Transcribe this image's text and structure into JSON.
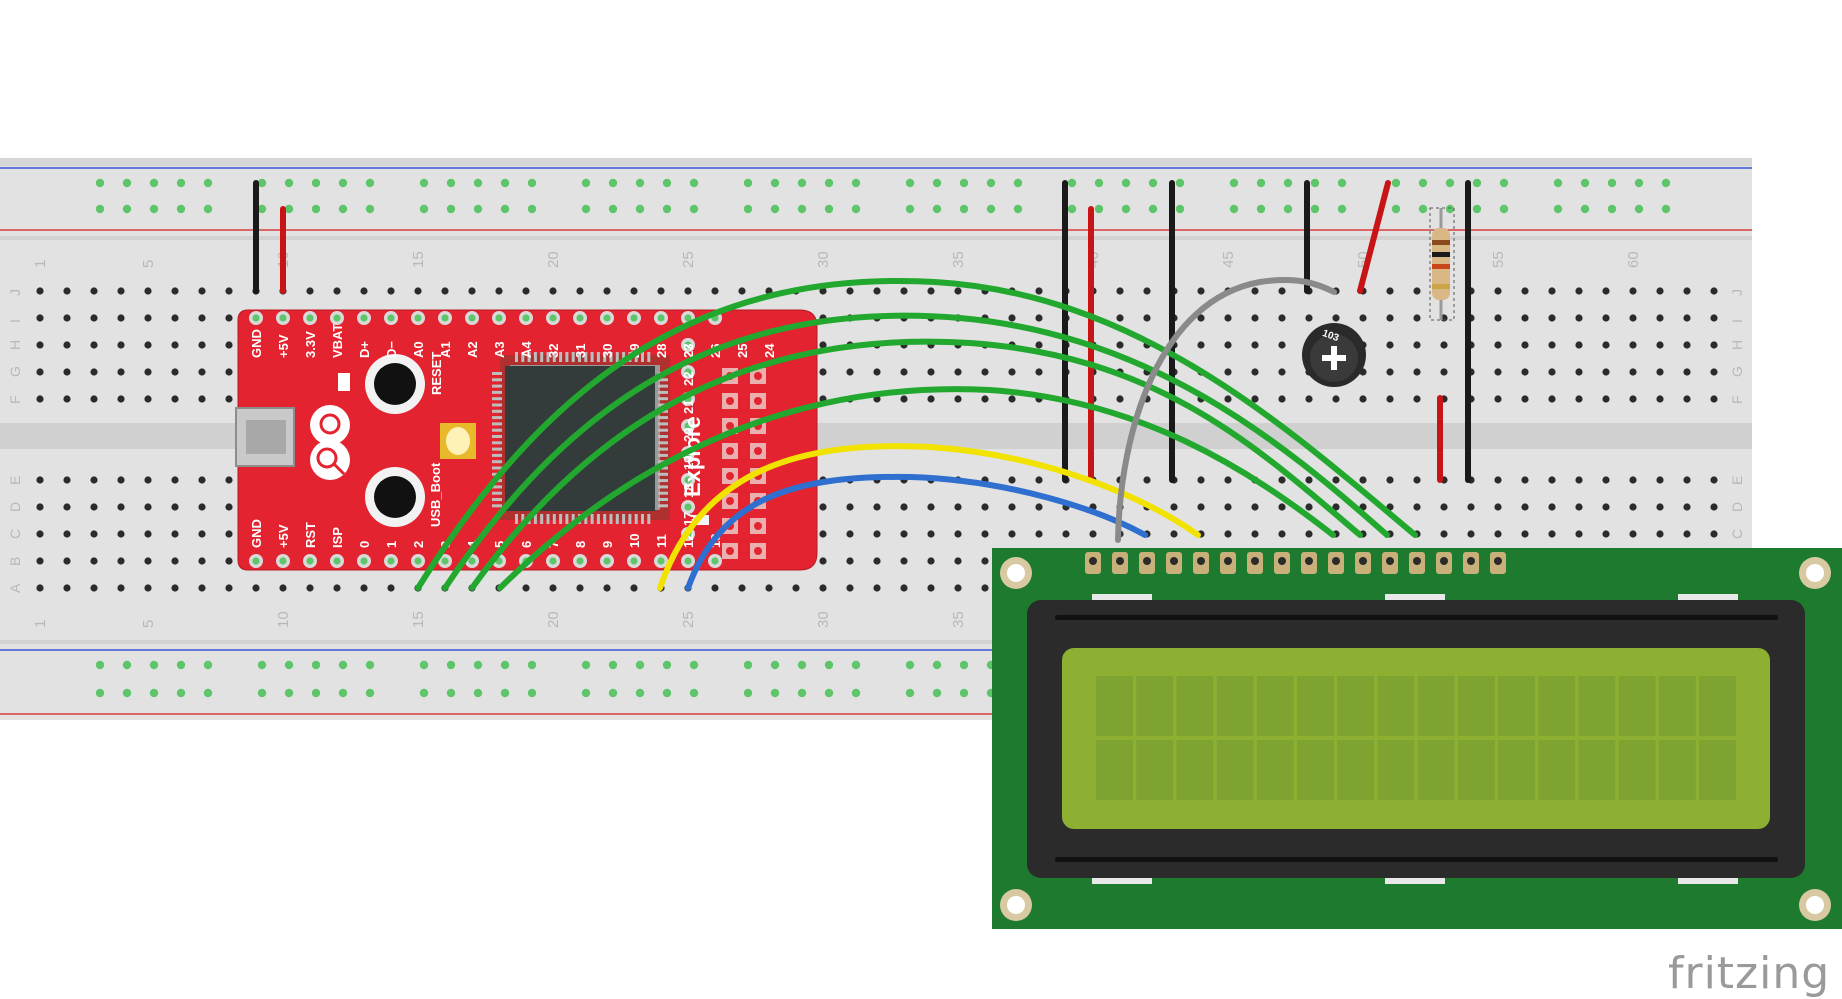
{
  "breadboard": {
    "column_numbers": [
      "1",
      "5",
      "10",
      "15",
      "20",
      "25",
      "30",
      "35",
      "40",
      "45",
      "50",
      "55",
      "60"
    ],
    "row_letters_top": [
      "J",
      "I",
      "H",
      "G",
      "F"
    ],
    "row_letters_bottom": [
      "E",
      "D",
      "C",
      "B",
      "A"
    ]
  },
  "microcontroller": {
    "title": "Explore",
    "top_pins": [
      "GND",
      "+5V",
      "3.3V",
      "VBAT",
      "D+",
      "D−",
      "A0",
      "A1",
      "A2",
      "A3",
      "A4",
      "32",
      "31",
      "30",
      "29",
      "28",
      "27",
      "26",
      "25",
      "24"
    ],
    "bottom_pins": [
      "GND",
      "+5V",
      "RST",
      "ISP",
      "0",
      "1",
      "2",
      "3",
      "4",
      "5",
      "6",
      "7",
      "8",
      "9",
      "10",
      "11",
      "12",
      "13",
      "14",
      "15",
      "16"
    ],
    "side_pins": [
      "23",
      "22",
      "21",
      "20",
      "19",
      "18",
      "17"
    ],
    "reset_label": "RESET",
    "boot_label": "USB_Boot"
  },
  "potentiometer": {
    "label": "103"
  },
  "brand": {
    "name": "fritzing"
  },
  "wire_colors": {
    "green": "#22a82e",
    "yellow": "#f2e200",
    "blue": "#2f6fd0",
    "gray": "#8a8a8a",
    "red": "#c81414",
    "black": "#1a1a1a"
  }
}
